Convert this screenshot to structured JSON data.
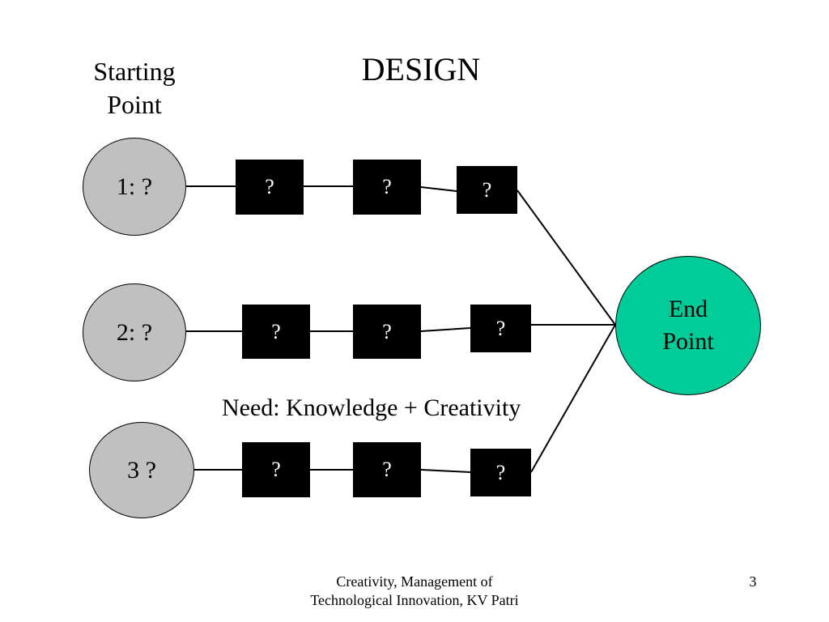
{
  "slide": {
    "title": "DESIGN",
    "starting_label_line1": "Starting",
    "starting_label_line2": "Point",
    "need_text": "Need: Knowledge + Creativity",
    "footer_line1": "Creativity, Management of",
    "footer_line2": "Technological Innovation, KV Patri",
    "page_number": "3"
  },
  "start_nodes": [
    "1: ?",
    "2: ?",
    "3 ?"
  ],
  "end_node": {
    "line1": "End",
    "line2": "Point"
  },
  "steps": [
    [
      "?",
      "?",
      "?"
    ],
    [
      "?",
      "?",
      "?"
    ],
    [
      "?",
      "?",
      "?"
    ]
  ],
  "colors": {
    "start_node_fill": "#c0c0c0",
    "end_node_fill": "#00cc99",
    "step_box_fill": "#000000"
  }
}
